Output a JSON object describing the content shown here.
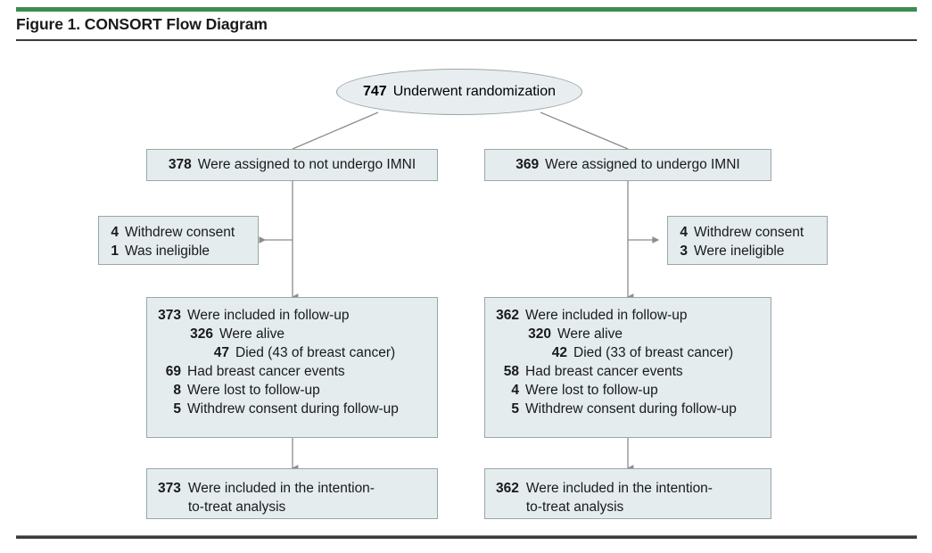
{
  "figure": {
    "title": "Figure 1. CONSORT Flow Diagram",
    "accent_green": "#3a8c4e",
    "rule_color": "#3b3b3b",
    "node_fill": "#e4ecee",
    "node_border": "#9aa6a9",
    "connector_color": "#8c8c8c"
  },
  "diagram": {
    "type": "flowchart",
    "randomization": {
      "number": "747",
      "text": "Underwent randomization"
    },
    "arms": [
      {
        "id": "no-imni",
        "assigned": {
          "number": "378",
          "text": "Were assigned to not undergo IMNI"
        },
        "exclusions": [
          {
            "number": "4",
            "text": "Withdrew consent"
          },
          {
            "number": "1",
            "text": "Was ineligible"
          }
        ],
        "followup": [
          {
            "number": "373",
            "text": "Were included in follow-up",
            "level": 0
          },
          {
            "number": "326",
            "text": "Were alive",
            "level": 1
          },
          {
            "number": "47",
            "text": "Died (43 of breast cancer)",
            "level": 2
          },
          {
            "number": "69",
            "text": "Had breast cancer events",
            "level": 0
          },
          {
            "number": "8",
            "text": "Were lost to follow-up",
            "level": 0
          },
          {
            "number": "5",
            "text": "Withdrew consent during follow-up",
            "level": 0
          }
        ],
        "analysis": {
          "number": "373",
          "text": "Were included in the intention-\nto-treat analysis"
        }
      },
      {
        "id": "imni",
        "assigned": {
          "number": "369",
          "text": "Were assigned to undergo IMNI"
        },
        "exclusions": [
          {
            "number": "4",
            "text": "Withdrew consent"
          },
          {
            "number": "3",
            "text": "Were ineligible"
          }
        ],
        "followup": [
          {
            "number": "362",
            "text": "Were included in follow-up",
            "level": 0
          },
          {
            "number": "320",
            "text": "Were alive",
            "level": 1
          },
          {
            "number": "42",
            "text": "Died (33 of breast cancer)",
            "level": 2
          },
          {
            "number": "58",
            "text": "Had breast cancer events",
            "level": 0
          },
          {
            "number": "4",
            "text": "Were lost to follow-up",
            "level": 0
          },
          {
            "number": "5",
            "text": "Withdrew consent during follow-up",
            "level": 0
          }
        ],
        "analysis": {
          "number": "362",
          "text": "Were included in the intention-\nto-treat analysis"
        }
      }
    ]
  }
}
